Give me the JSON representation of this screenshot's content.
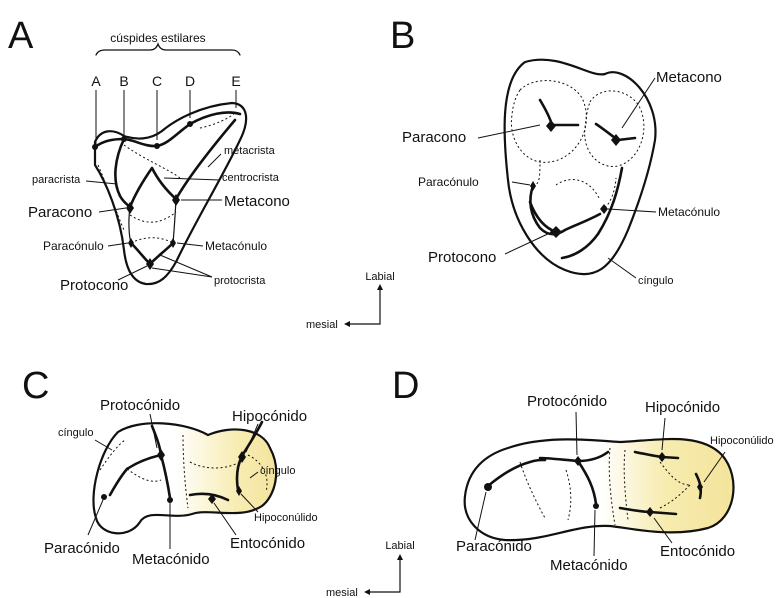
{
  "panels": {
    "a": "A",
    "b": "B",
    "c": "C",
    "d": "D"
  },
  "panel_a": {
    "stylar_group": "cúspides estilares",
    "stylar_letters": [
      "A",
      "B",
      "C",
      "D",
      "E"
    ],
    "metacrista": "metacrista",
    "paracrista": "paracrista",
    "centrocrista": "centrocrista",
    "paracono": "Paracono",
    "metacono": "Metacono",
    "paraconulo": "Paracónulo",
    "metaconulo": "Metacónulo",
    "protocono": "Protocono",
    "protocrista": "protocrista"
  },
  "panel_b": {
    "metacono": "Metacono",
    "paracono": "Paracono",
    "paraconulo": "Paracónulo",
    "metaconulo": "Metacónulo",
    "protocono": "Protocono",
    "cingulo": "cíngulo"
  },
  "compass_upper": {
    "labial": "Labial",
    "mesial": "mesial"
  },
  "panel_c": {
    "protoconido": "Protocónido",
    "hipoconido": "Hipocónido",
    "cingulo_left": "cíngulo",
    "cingulo_right": "cíngulo",
    "hipoconulido": "Hipoconúlido",
    "entoconido": "Entocónido",
    "metaconido": "Metacónido",
    "paraconido": "Paracónido"
  },
  "panel_d": {
    "protoconido": "Protocónido",
    "hipoconido": "Hipocónido",
    "hipoconulido": "Hipoconúlido",
    "entoconido": "Entocónido",
    "metaconido": "Metacónido",
    "paraconido": "Paracónido"
  },
  "compass_lower": {
    "labial": "Labial",
    "mesial": "mesial"
  },
  "colors": {
    "talonid_highlight": "#f6e9a6",
    "line": "#111111"
  }
}
